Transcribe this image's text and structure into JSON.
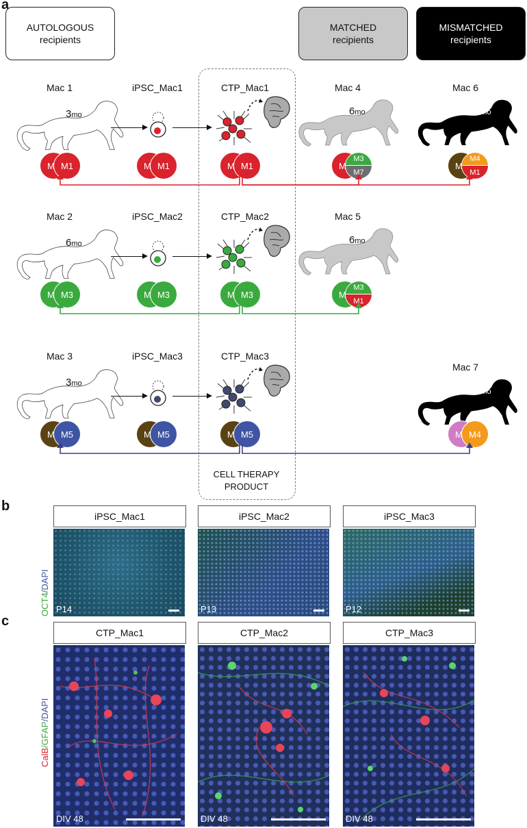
{
  "panels": {
    "a": "a",
    "b": "b",
    "c": "c"
  },
  "headers": {
    "autologous": "AUTOLOGOUS\nrecipients",
    "matched": "MATCHED\nrecipients",
    "mismatched": "MISMATCHED\nrecipients"
  },
  "rows": [
    {
      "donor": "Mac 1",
      "donor_age": "3",
      "ipsc": "iPSC_Mac1",
      "ctp": "CTP_Mac1",
      "donor_alleles": [
        "M1",
        "M1"
      ],
      "ipsc_alleles": [
        "M1",
        "M1"
      ],
      "ctp_alleles": [
        "M1",
        "M1"
      ],
      "recipients": [
        {
          "name": "Mac 4",
          "age": "6",
          "alleles": [
            "M1"
          ],
          "split": [
            "M3",
            "M7"
          ]
        },
        {
          "name": "Mac 6",
          "age": "3",
          "alleles": [
            "M2"
          ],
          "split": [
            "M4",
            "M1"
          ]
        }
      ]
    },
    {
      "donor": "Mac 2",
      "donor_age": "6",
      "ipsc": "iPSC_Mac2",
      "ctp": "CTP_Mac2",
      "donor_alleles": [
        "M3",
        "M3"
      ],
      "ipsc_alleles": [
        "M3",
        "M3"
      ],
      "ctp_alleles": [
        "M3",
        "M3"
      ],
      "recipients": [
        {
          "name": "Mac 5",
          "age": "6",
          "alleles": [
            "M3"
          ],
          "split": [
            "M3",
            "M1"
          ]
        }
      ]
    },
    {
      "donor": "Mac 3",
      "donor_age": "3",
      "ipsc": "iPSC_Mac3",
      "ctp": "CTP_Mac3",
      "donor_alleles": [
        "M2",
        "M5"
      ],
      "ipsc_alleles": [
        "M2",
        "M5"
      ],
      "ctp_alleles": [
        "M2",
        "M5"
      ],
      "recipients": [
        {
          "name": "Mac 7",
          "age": "3",
          "alleles": [
            "M6",
            "M4"
          ]
        }
      ]
    }
  ],
  "age_unit": "mo",
  "ctp_label": "CELL THERAPY\nPRODUCT",
  "allele_colors": {
    "M1": "#d9232d",
    "M3": "#3aaa3f",
    "M7": "#6d6e70",
    "M2": "#5b4212",
    "M4": "#f39a1c",
    "M5": "#3f54a3",
    "M6": "#d07cc4"
  },
  "panel_b": {
    "stain_label_1": "OCT4",
    "stain_label_2": "/DAPI",
    "images": [
      {
        "title": "iPSC_Mac1",
        "passage": "P14"
      },
      {
        "title": "iPSC_Mac2",
        "passage": "P13"
      },
      {
        "title": "iPSC_Mac3",
        "passage": "P12"
      }
    ]
  },
  "panel_c": {
    "stain_label_1": "CalB",
    "stain_label_2": "/GFAP",
    "stain_label_3": "/DAPI",
    "images": [
      {
        "title": "CTP_Mac1",
        "day": "DIV 48"
      },
      {
        "title": "CTP_Mac2",
        "day": "DIV 48"
      },
      {
        "title": "CTP_Mac3",
        "day": "DIV 48"
      }
    ]
  }
}
